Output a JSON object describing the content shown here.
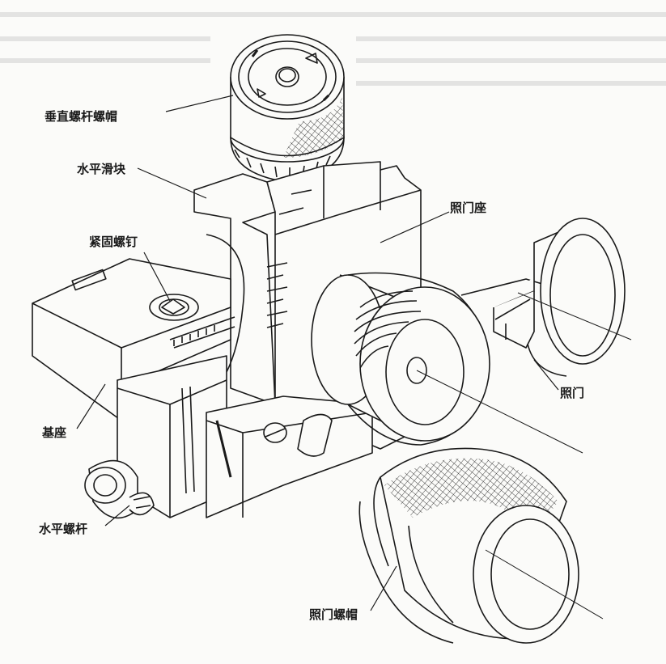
{
  "figure": {
    "labels": {
      "vertical_screw_nut": "垂直螺杆螺帽",
      "horizontal_slider": "水平滑块",
      "fastening_screw": "紧固螺钉",
      "aperture_seat": "照门座",
      "aperture": "照门",
      "base": "基座",
      "horizontal_screw": "水平螺杆",
      "aperture_nut": "照门螺帽"
    },
    "ink_color": "#1a1a1a",
    "paper_color": "#fbfbf9"
  }
}
